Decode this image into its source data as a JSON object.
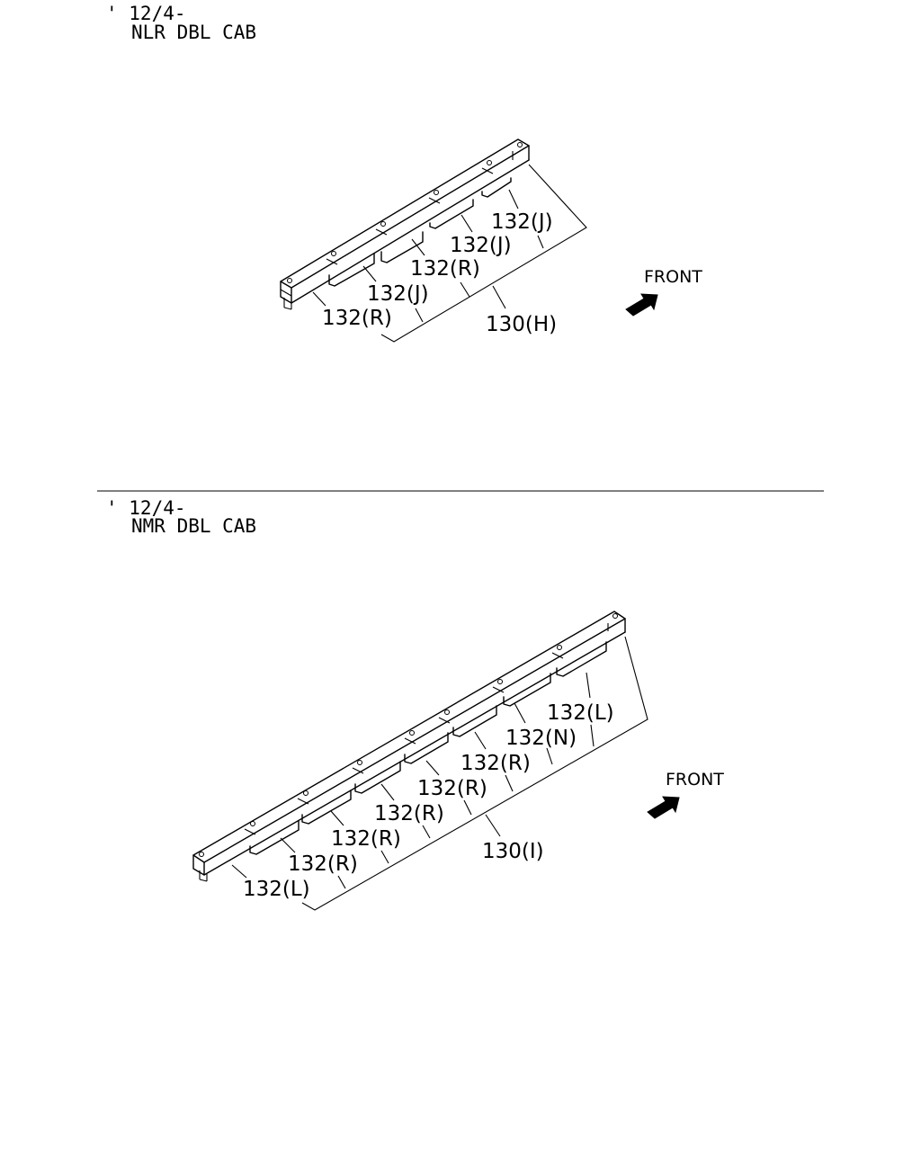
{
  "sections": [
    {
      "date_code": "' 12/4-",
      "model": "NLR DBL CAB",
      "front_label": "FRONT",
      "callouts": [
        "132(J)",
        "132(J)",
        "132(R)",
        "132(J)",
        "132(R)",
        "130(H)"
      ]
    },
    {
      "date_code": "' 12/4-",
      "model": "NMR DBL CAB",
      "front_label": "FRONT",
      "callouts": [
        "132(L)",
        "132(N)",
        "132(R)",
        "132(R)",
        "132(R)",
        "132(R)",
        "132(R)",
        "132(L)",
        "130(I)"
      ]
    }
  ],
  "icons": {
    "front_arrow": "front-arrow-icon"
  }
}
